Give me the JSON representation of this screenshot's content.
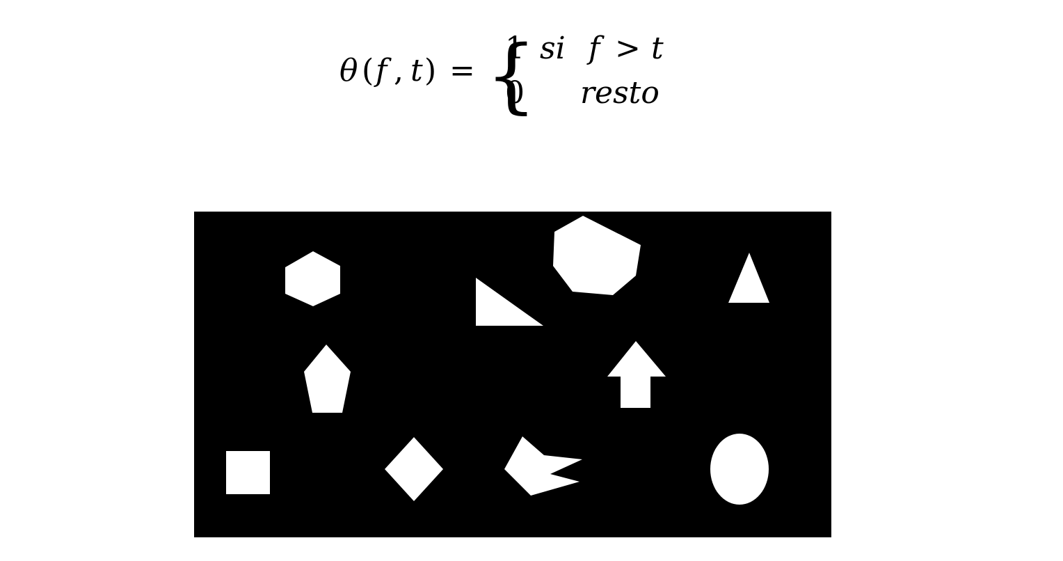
{
  "formula": {
    "theta": "θ",
    "open_paren": "(",
    "f": "f",
    "comma": ",",
    "t": "t",
    "close_paren": ")",
    "equals": "=",
    "brace": "{",
    "case1": {
      "value": "1",
      "word": "si",
      "lhs": "f",
      "op": ">",
      "rhs": "t"
    },
    "case2": {
      "value": "0",
      "word": "resto"
    }
  },
  "image": {
    "background_color": "#000000",
    "foreground_color": "#ffffff",
    "shapes": [
      "hexagon",
      "right-triangle",
      "heptagon",
      "triangle",
      "pentagon",
      "up-arrow",
      "square",
      "diamond",
      "irregular-polygon",
      "ellipse"
    ]
  }
}
